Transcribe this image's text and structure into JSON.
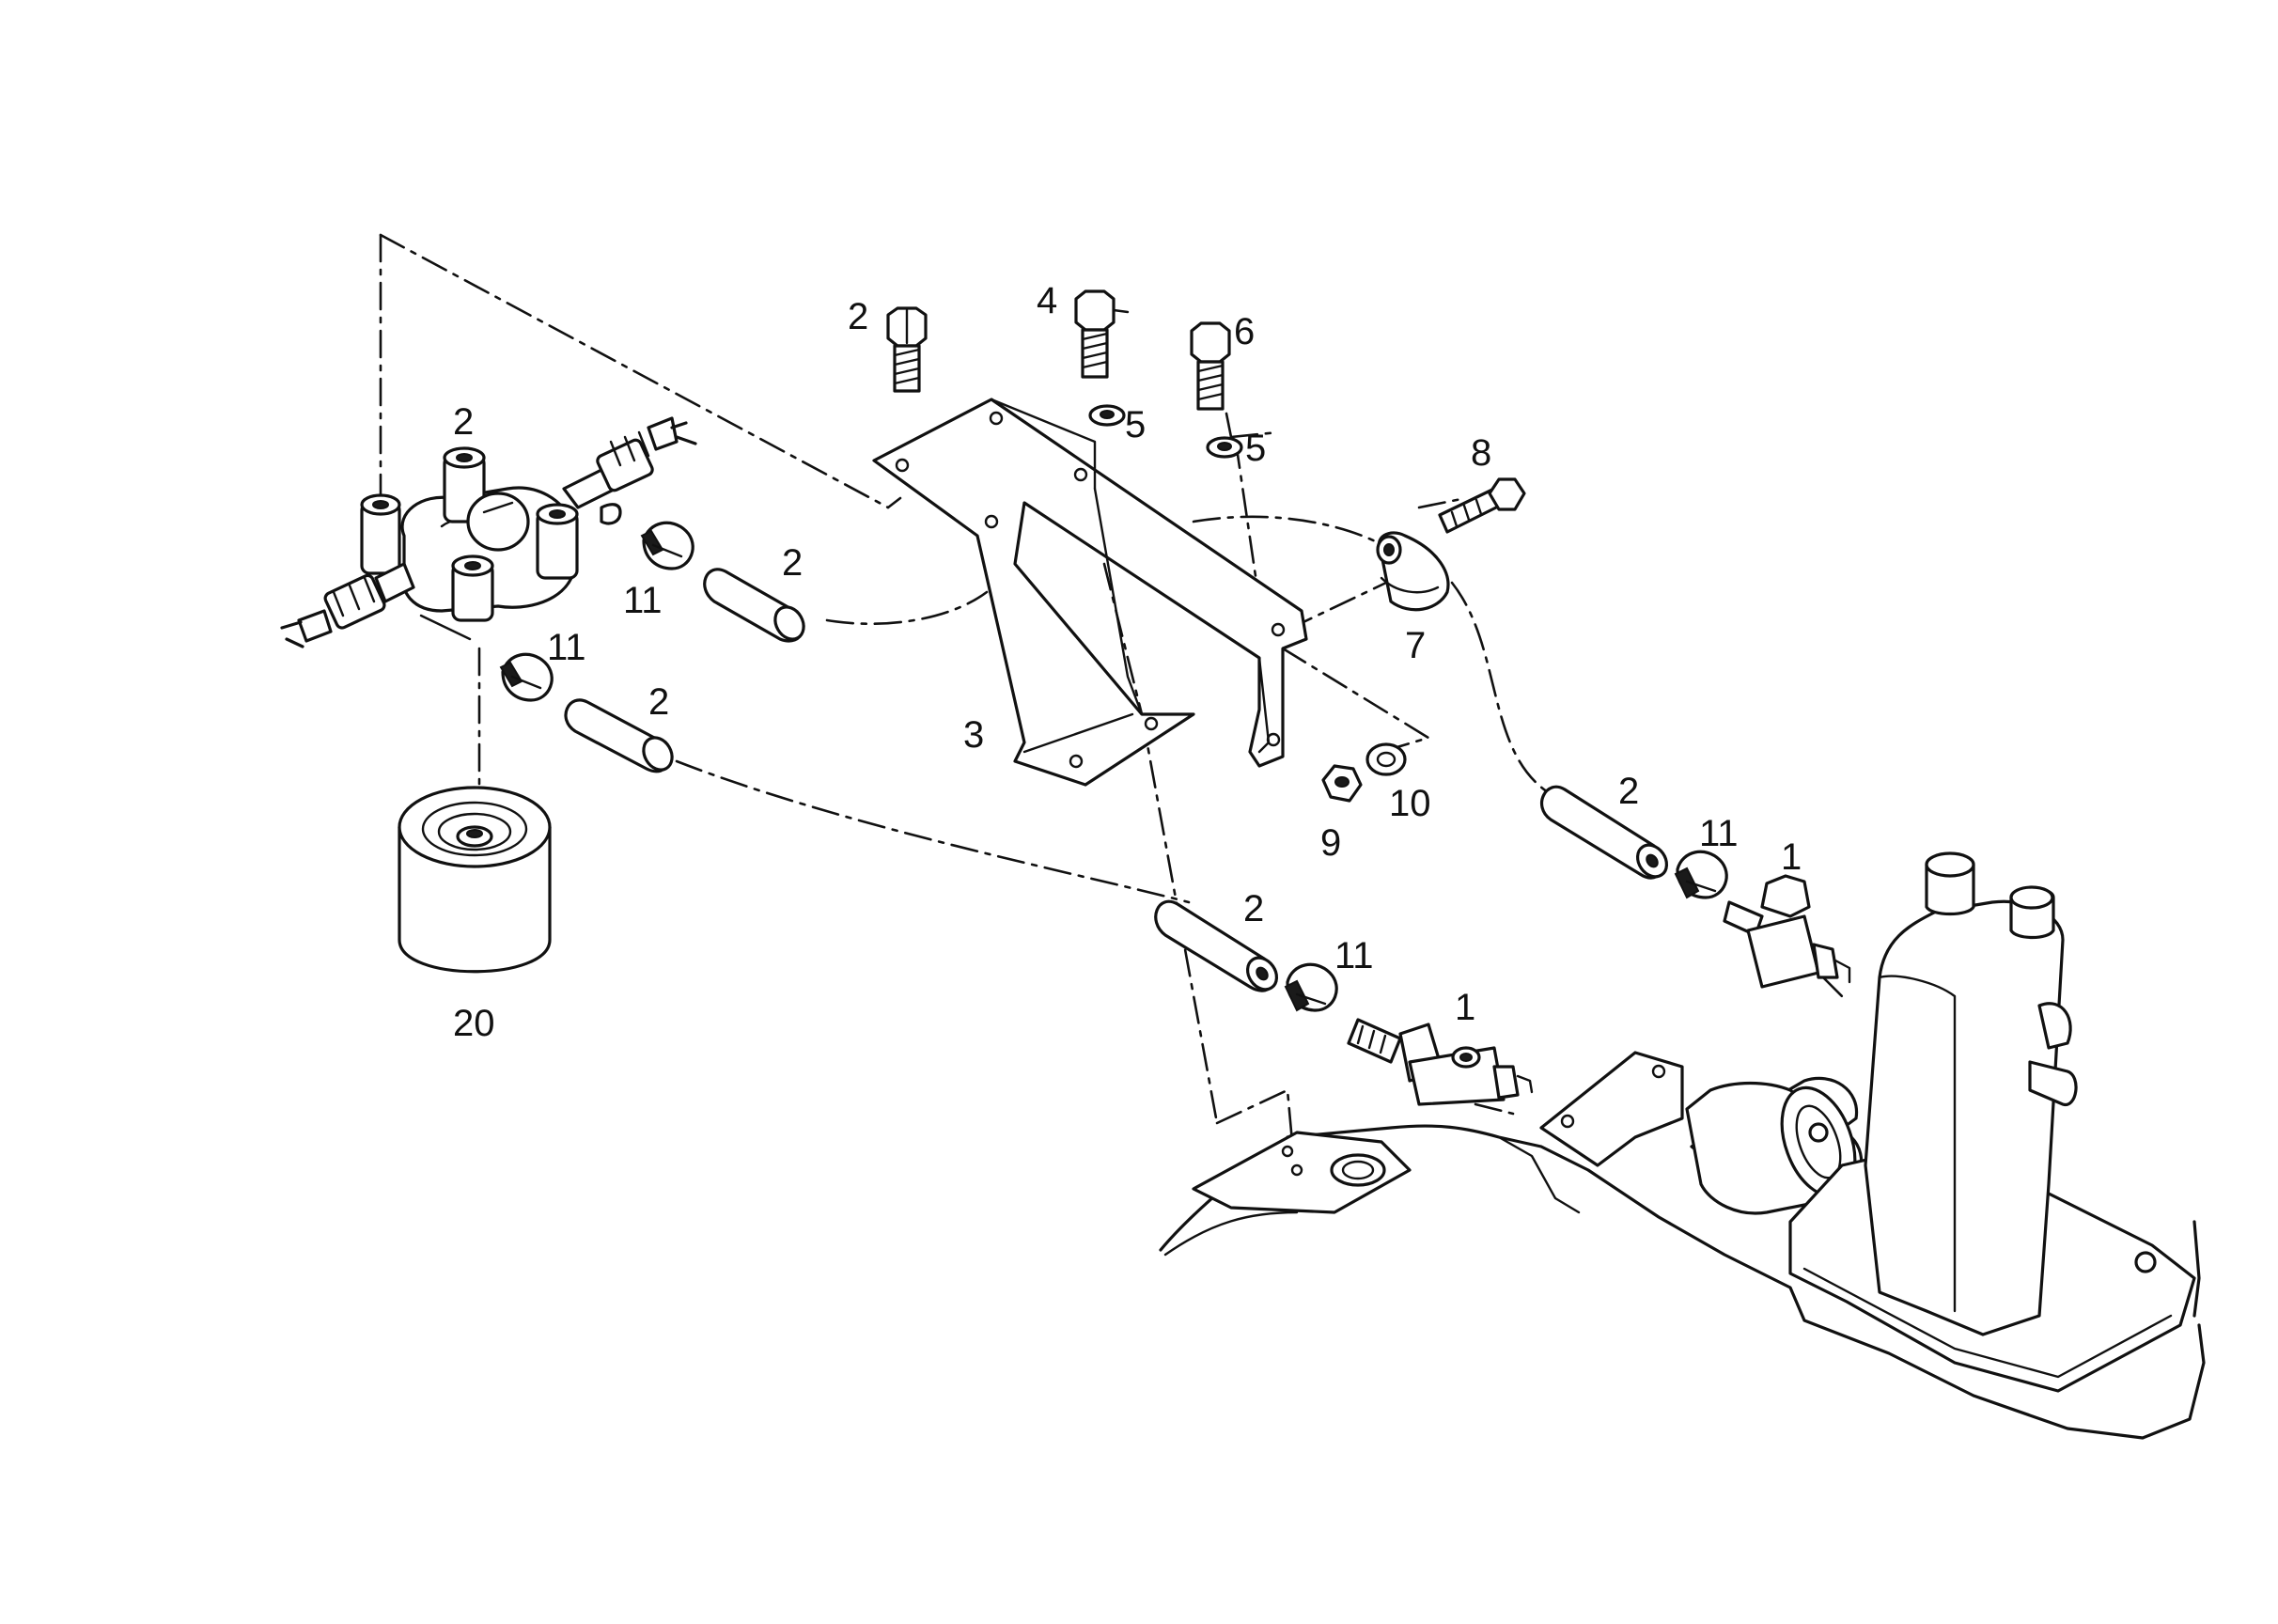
{
  "diagram": {
    "callouts": [
      {
        "id": "c1",
        "text": "2"
      },
      {
        "id": "c2",
        "text": "4"
      },
      {
        "id": "c3",
        "text": "6"
      },
      {
        "id": "c4",
        "text": "5"
      },
      {
        "id": "c5",
        "text": "5"
      },
      {
        "id": "c6",
        "text": "8"
      },
      {
        "id": "c7",
        "text": "7"
      },
      {
        "id": "c8",
        "text": "3"
      },
      {
        "id": "c9",
        "text": "9"
      },
      {
        "id": "c10",
        "text": "10"
      },
      {
        "id": "c11",
        "text": "2"
      },
      {
        "id": "c12",
        "text": "11"
      },
      {
        "id": "c13",
        "text": "2"
      },
      {
        "id": "c14",
        "text": "11"
      },
      {
        "id": "c15",
        "text": "2"
      },
      {
        "id": "c16",
        "text": "20"
      },
      {
        "id": "c17",
        "text": "2"
      },
      {
        "id": "c18",
        "text": "11"
      },
      {
        "id": "c19",
        "text": "1"
      },
      {
        "id": "c20",
        "text": "2"
      },
      {
        "id": "c21",
        "text": "11"
      },
      {
        "id": "c22",
        "text": "1"
      }
    ]
  }
}
